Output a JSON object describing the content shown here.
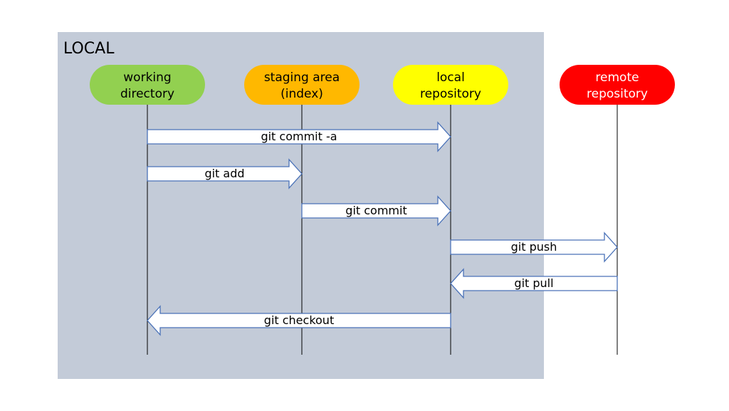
{
  "local_region": {
    "label": "LOCAL",
    "fill": "#c3cbd8"
  },
  "nodes": [
    {
      "id": "working",
      "lines": [
        "working",
        "directory"
      ],
      "fill": "#92d050",
      "text_color": "#000000"
    },
    {
      "id": "staging",
      "lines": [
        "staging area",
        "(index)"
      ],
      "fill": "#ffb800",
      "text_color": "#000000"
    },
    {
      "id": "local",
      "lines": [
        "local",
        "repository"
      ],
      "fill": "#ffff00",
      "text_color": "#000000"
    },
    {
      "id": "remote",
      "lines": [
        "remote",
        "repository"
      ],
      "fill": "#ff0000",
      "text_color": "#ffffff"
    }
  ],
  "arrows": [
    {
      "from": "working",
      "to": "local",
      "label": "git commit -a"
    },
    {
      "from": "working",
      "to": "staging",
      "label": "git add"
    },
    {
      "from": "staging",
      "to": "local",
      "label": "git commit"
    },
    {
      "from": "local",
      "to": "remote",
      "label": "git push"
    },
    {
      "from": "remote",
      "to": "local",
      "label": "git pull"
    },
    {
      "from": "local",
      "to": "working",
      "label": "git checkout"
    }
  ],
  "colors": {
    "arrow_fill": "#ffffff",
    "arrow_stroke": "#4a72b8",
    "lifeline": "#000000"
  }
}
